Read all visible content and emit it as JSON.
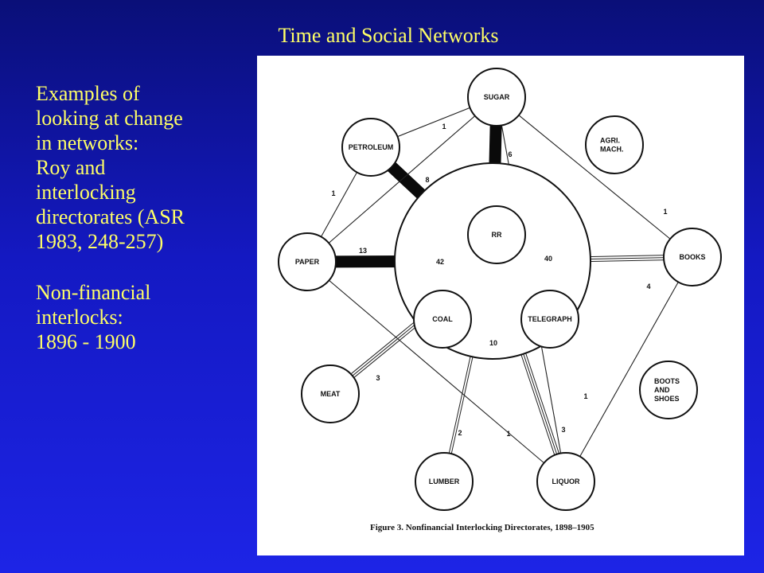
{
  "slide": {
    "title": "Time and Social Networks",
    "paragraph_1": "Examples of\nlooking at change\nin networks:\nRoy and\ninterlocking\ndirectorates (ASR\n1983, 248-257)",
    "paragraph_2": "Non-financial\ninterlocks:\n1896 - 1900"
  },
  "diagram": {
    "caption": "Figure 3.  Nonfinancial Interlocking Directorates, 1898–1905",
    "nodes": [
      {
        "id": "sugar",
        "label": "SUGAR"
      },
      {
        "id": "petroleum",
        "label": "PETROLEUM"
      },
      {
        "id": "agri",
        "label": "AGRI.\nMACH."
      },
      {
        "id": "paper",
        "label": "PAPER"
      },
      {
        "id": "books",
        "label": "BOOKS"
      },
      {
        "id": "rr",
        "label": "RR"
      },
      {
        "id": "coal",
        "label": "COAL"
      },
      {
        "id": "telegraph",
        "label": "TELEGRAPH"
      },
      {
        "id": "meat",
        "label": "MEAT"
      },
      {
        "id": "boots",
        "label": "BOOTS\nAND\nSHOES"
      },
      {
        "id": "lumber",
        "label": "LUMBER"
      },
      {
        "id": "liquor",
        "label": "LIQUOR"
      }
    ],
    "edges": [
      {
        "from": "rr",
        "to": "coal",
        "weight": "42",
        "style": "heavy"
      },
      {
        "from": "rr",
        "to": "telegraph",
        "weight": "40",
        "style": "heavy"
      },
      {
        "from": "coal",
        "to": "telegraph",
        "weight": "10",
        "style": "heavy"
      },
      {
        "from": "sugar",
        "to": "hub",
        "weight": "6",
        "style": "heavy"
      },
      {
        "from": "petroleum",
        "to": "hub",
        "weight": "8",
        "style": "heavy"
      },
      {
        "from": "paper",
        "to": "hub",
        "weight": "13",
        "style": "heavy"
      },
      {
        "from": "books",
        "to": "hub",
        "weight": "4",
        "style": "triple"
      },
      {
        "from": "meat",
        "to": "hub",
        "weight": "3",
        "style": "triple"
      },
      {
        "from": "lumber",
        "to": "hub",
        "weight": "2",
        "style": "double"
      },
      {
        "from": "liquor",
        "to": "hub",
        "weight": "3",
        "style": "triple"
      },
      {
        "from": "sugar",
        "to": "petroleum",
        "weight": "1",
        "style": "thin"
      },
      {
        "from": "sugar",
        "to": "paper",
        "weight": "",
        "style": "thin"
      },
      {
        "from": "sugar",
        "to": "books",
        "weight": "1",
        "style": "thin"
      },
      {
        "from": "sugar",
        "to": "liquor",
        "weight": "",
        "style": "thin"
      },
      {
        "from": "petroleum",
        "to": "paper",
        "weight": "1",
        "style": "thin"
      },
      {
        "from": "paper",
        "to": "liquor",
        "weight": "1",
        "style": "thin"
      },
      {
        "from": "books",
        "to": "liquor",
        "weight": "1",
        "style": "thin"
      }
    ]
  }
}
